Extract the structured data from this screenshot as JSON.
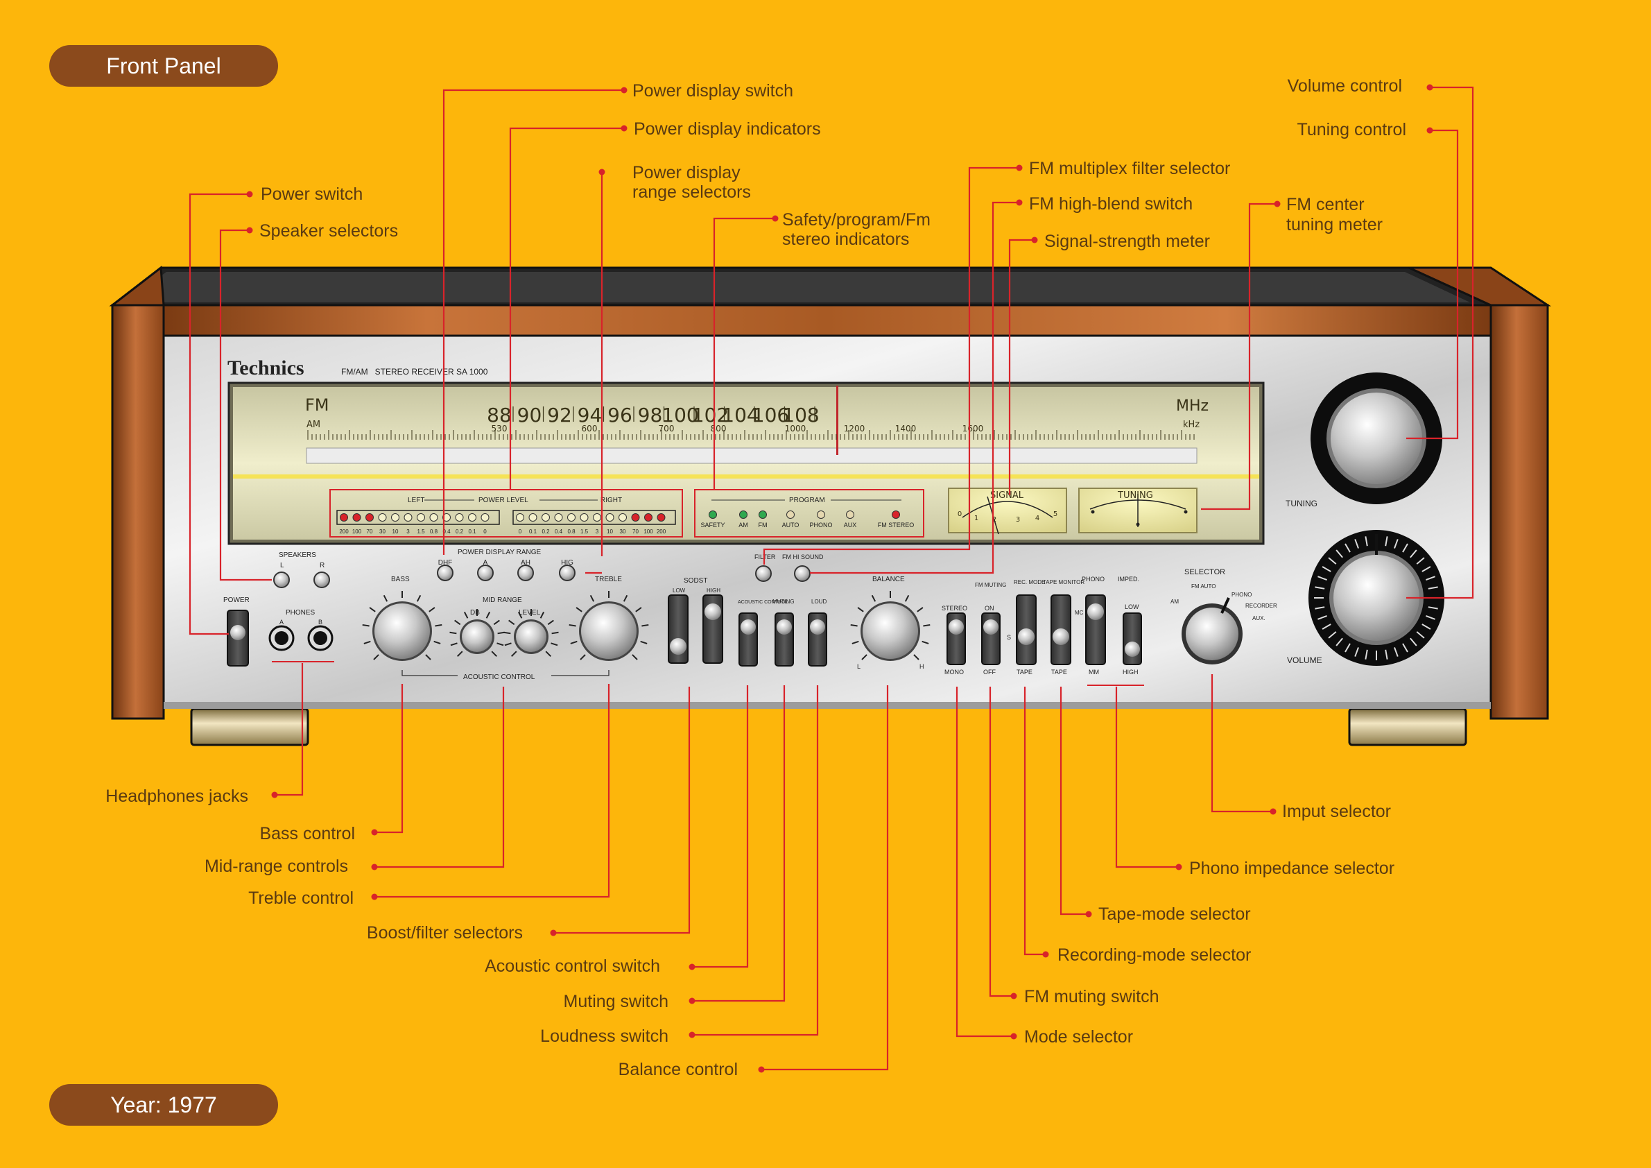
{
  "labels": {
    "front_panel": "Front Panel",
    "year": "Year: 1977"
  },
  "brand": "Technics",
  "model": "FM/AM   STEREO RECEIVER SA 1000",
  "dial": {
    "fm": "FM",
    "am": "AM",
    "mhz": "MHz",
    "khz": "kHz",
    "fm_scale": [
      "88",
      "90",
      "92",
      "94",
      "96",
      "98",
      "100",
      "102",
      "104",
      "106",
      "108"
    ],
    "am_scale": [
      "530",
      "600",
      "700",
      "800",
      "1000",
      "1200",
      "1400",
      "1600"
    ]
  },
  "power_level": {
    "left": "LEFT",
    "title": "POWER LEVEL",
    "right": "RIGHT",
    "left_scale": [
      "200",
      "100",
      "70",
      "30",
      "10",
      "3",
      "1.5",
      "0.8",
      "0.4",
      "0.2",
      "0.1",
      "0"
    ],
    "right_scale": [
      "0",
      "0.1",
      "0.2",
      "0.4",
      "0.8",
      "1.5",
      "3",
      "10",
      "30",
      "70",
      "100",
      "200"
    ]
  },
  "program": {
    "title": "PROGRAM",
    "items": [
      "SAFETY",
      "AM",
      "FM",
      "AUTO",
      "PHONO",
      "AUX",
      "FM STEREO"
    ]
  },
  "meters": {
    "signal": "SIGNAL",
    "signal_scale": [
      "0",
      "1",
      "2",
      "3",
      "4",
      "5"
    ],
    "tuning": "TUNING"
  },
  "panel": {
    "speakers": "SPEAKERS",
    "spk_l": "L",
    "spk_r": "R",
    "power_display_range": "POWER DISPLAY RANGE",
    "range_buttons": [
      "DHF",
      "A",
      "AH",
      "HIG"
    ],
    "filter": "FILTER",
    "fm_hi_sound": "FM HI SOUND",
    "tuning": "TUNING",
    "volume": "VOLUME",
    "power": "POWER",
    "phones": "PHONES",
    "phones_a": "A",
    "phones_b": "B",
    "bass": "BASS",
    "treble": "TREBLE",
    "mid_range": "MID RANGE",
    "db": "DB",
    "level": "LEVEL",
    "acoustic_control": "ACOUSTIC CONTROL",
    "sodst": "SODST",
    "low": "LOW",
    "high": "HIGH",
    "acoustic_control_sw": "ACOUSTIC CONTROL",
    "muting": "MUTING",
    "loud": "LOUD",
    "balance": "BALANCE",
    "bal_l": "L",
    "bal_h": "H",
    "stereo": "STEREO",
    "mono": "MONO",
    "fm_muting": "FM MUTING",
    "on": "ON",
    "off": "OFF",
    "rec_mode": "REC. MODE",
    "s": "S",
    "tape": "TAPE",
    "tape_monitor": "TAPE MONITOR",
    "phono": "PHONO",
    "mc": "MC",
    "mm": "MM",
    "imped": "IMPED.",
    "imp_low": "LOW",
    "imp_high": "HIGH",
    "selector": "SELECTOR",
    "sel_fm_auto": "FM AUTO",
    "sel_phono": "PHONO",
    "sel_am": "AM",
    "sel_recorder": "RECORDER",
    "sel_aux": "AUX."
  },
  "callouts": {
    "power_display_switch": "Power display switch",
    "power_display_indicators": "Power display indicators",
    "power_display_range_1": "Power display",
    "power_display_range_2": "range selectors",
    "power_switch": "Power switch",
    "speaker_selectors": "Speaker selectors",
    "safety_1": "Safety/program/Fm",
    "safety_2": "stereo indicators",
    "fm_multiplex": "FM multiplex filter selector",
    "fm_high_blend": "FM high-blend switch",
    "signal_meter": "Signal-strength meter",
    "fm_center_1": "FM center",
    "fm_center_2": "tuning meter",
    "volume_control": "Volume control",
    "tuning_control": "Tuning control",
    "headphones": "Headphones jacks",
    "bass_control": "Bass control",
    "mid_range": "Mid-range controls",
    "treble_control": "Treble control",
    "boost_filter": "Boost/filter selectors",
    "acoustic_switch": "Acoustic control switch",
    "muting_switch": "Muting switch",
    "loudness_switch": "Loudness switch",
    "balance_control": "Balance control",
    "imput_selector": "Imput selector",
    "phono_impedance": "Phono impedance selector",
    "tape_mode": "Tape-mode selector",
    "recording_mode": "Recording-mode selector",
    "fm_muting": "FM muting switch",
    "mode_selector": "Mode selector"
  },
  "colors": {
    "background": "#FDB60B",
    "pill": "#8B4A1C",
    "leader": "#d8232a",
    "wood": "#B8642A",
    "led_green": "#2fa84f",
    "led_red": "#d8232a"
  }
}
